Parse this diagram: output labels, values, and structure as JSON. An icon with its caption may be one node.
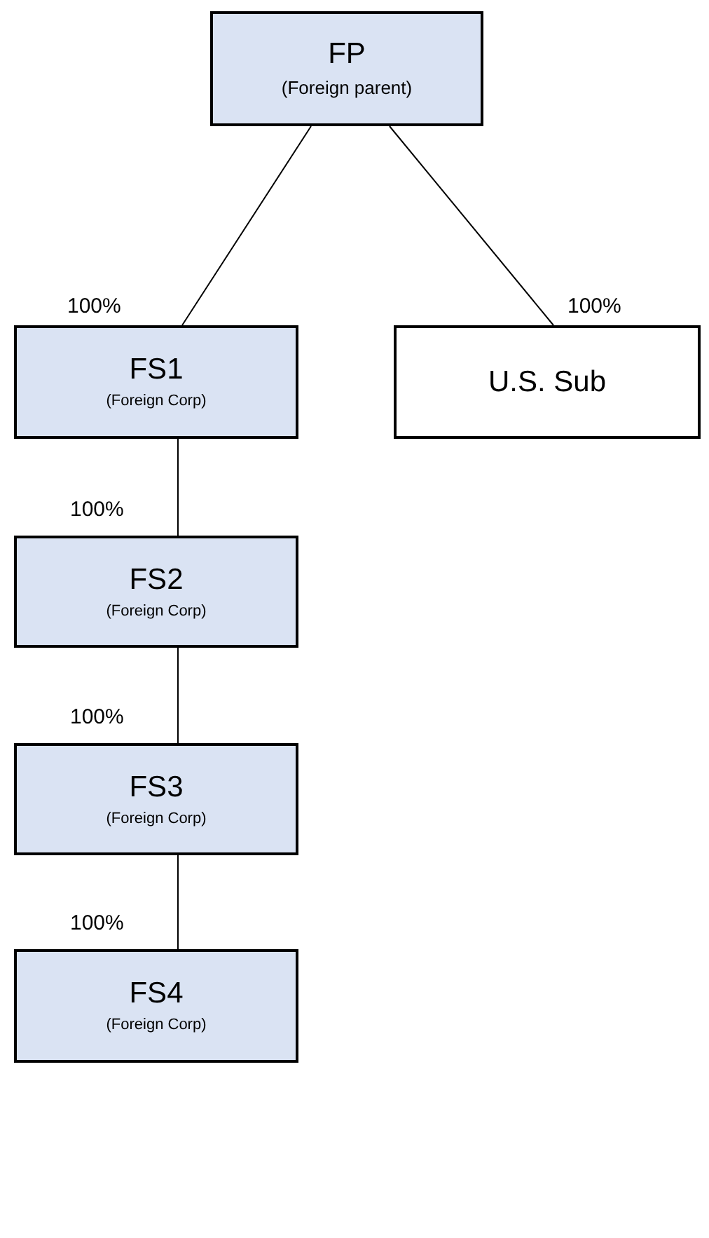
{
  "diagram": {
    "nodes": [
      {
        "text": [
          "FP",
          "(Foreign parent)"
        ]
      },
      {
        "text": [
          "FS1",
          "(Foreign Corp)"
        ]
      },
      {
        "text": [
          "U.S. Sub"
        ]
      },
      {
        "text": [
          "FS2",
          "(Foreign Corp)"
        ]
      },
      {
        "text": [
          "FS3",
          "(Foreign Corp)"
        ]
      },
      {
        "text": [
          "FS4",
          "(Foreign Corp)"
        ]
      }
    ],
    "edges": [
      {
        "from": 0,
        "to": 1,
        "arrow": "none",
        "label": "100%"
      },
      {
        "from": 0,
        "to": 2,
        "arrow": "none",
        "label": "100%"
      },
      {
        "from": 1,
        "to": 3,
        "arrow": "none",
        "label": "100%"
      },
      {
        "from": 3,
        "to": 4,
        "arrow": "none",
        "label": "100%"
      },
      {
        "from": 4,
        "to": 5,
        "arrow": "none",
        "label": "100%"
      }
    ]
  }
}
